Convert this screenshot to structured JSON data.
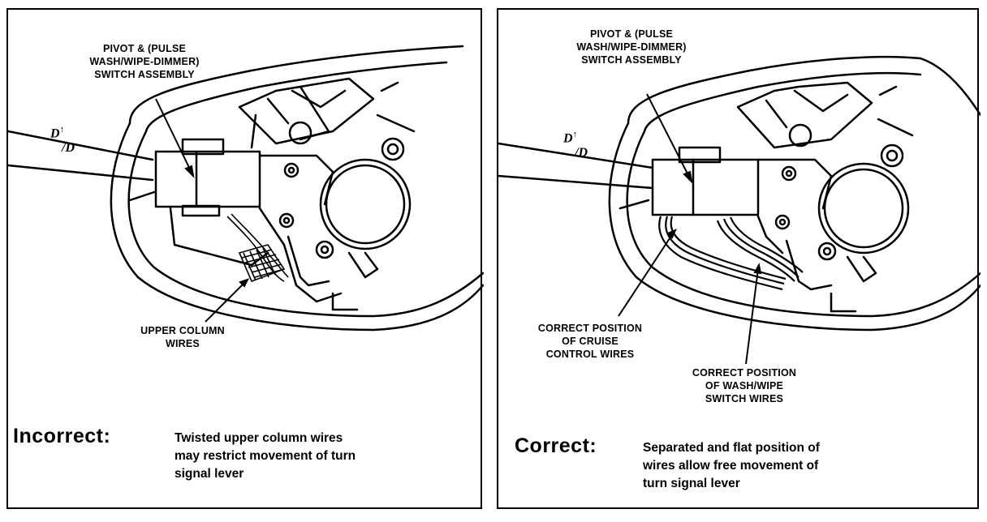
{
  "left_panel": {
    "callout_top": [
      "PIVOT & (PULSE",
      "WASH/WIPE-DIMMER)",
      "SWITCH ASSEMBLY"
    ],
    "callout_bottom": [
      "UPPER COLUMN",
      "WIRES"
    ],
    "status_label": "Incorrect:",
    "description": [
      "Twisted upper column wires",
      "may restrict movement of turn",
      "signal lever"
    ],
    "gear_label": "D",
    "gear_label_small": "↑",
    "gear_label_sub": "/D"
  },
  "right_panel": {
    "callout_top": [
      "PIVOT & (PULSE",
      "WASH/WIPE-DIMMER)",
      "SWITCH ASSEMBLY"
    ],
    "callout_cruise": [
      "CORRECT POSITION",
      "OF CRUISE",
      "CONTROL WIRES"
    ],
    "callout_washwipe": [
      "CORRECT POSITION",
      "OF WASH/WIPE",
      "SWITCH WIRES"
    ],
    "status_label": "Correct:",
    "description": [
      "Separated and flat position of",
      "wires allow free movement of",
      "turn signal lever"
    ],
    "gear_label": "D",
    "gear_label_small": "↑",
    "gear_label_sub": "/D"
  }
}
